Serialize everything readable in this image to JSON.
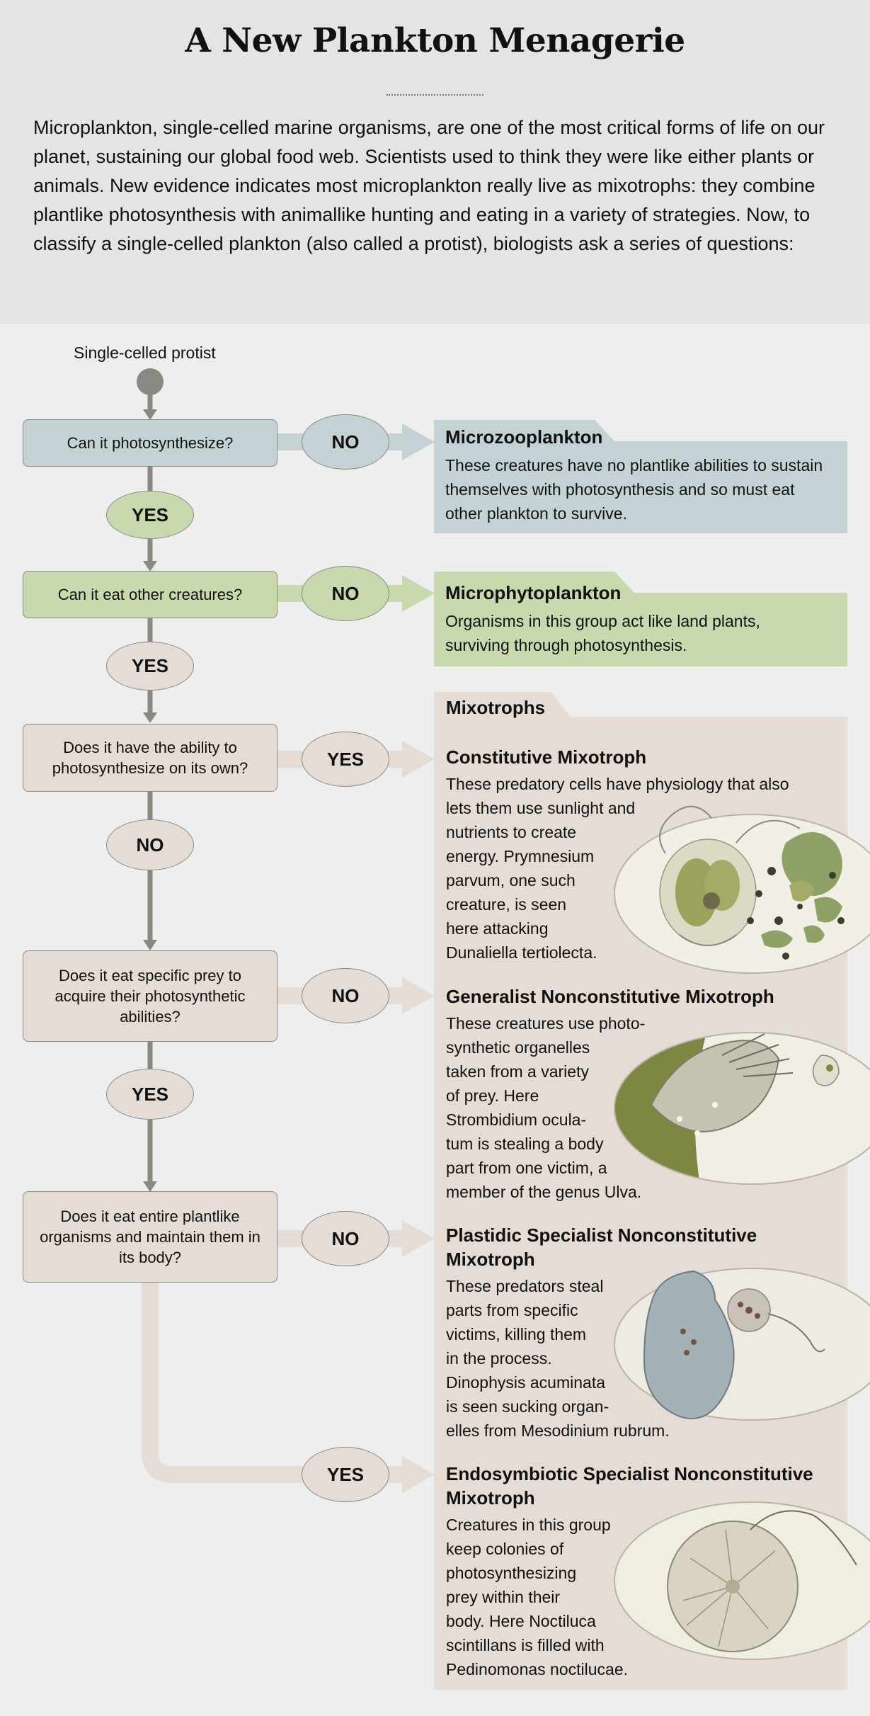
{
  "header": {
    "title": "A New Plankton Menagerie",
    "intro": "Microplankton, single-celled marine organisms, are one of the most critical forms of life on our planet, sustaining our global food web. Scientists used to think they were like either plants or animals. New evidence indicates most microplankton really live as mixotrophs: they combine plantlike photosynthesis with animallike hunting and eating in a variety of strategies. Now, to classify a single-celled plankton (also called a protist), biologists ask a series of questions:"
  },
  "flow": {
    "start_label": "Single-celled protist",
    "questions": [
      "Can it photosynthesize?",
      "Can it eat other creatures?",
      "Does it have the ability to photosynthesize on its own?",
      "Does it eat specific prey to acquire their photosynthetic abilities?",
      "Does it eat entire plantlike organisms and maintain them in its body?"
    ],
    "answers": {
      "yes": "YES",
      "no": "NO"
    }
  },
  "results": {
    "microzoo": {
      "title": "Microzooplankton",
      "body": "These creatures have no plantlike abilities to sustain themselves with photosynthesis and so must eat other plankton to survive."
    },
    "microphyto": {
      "title": "Microphytoplankton",
      "body": "Organisms in this group act like land plants, surviving through photosynthesis."
    },
    "mixotrophs": {
      "title": "Mixotrophs",
      "sections": [
        {
          "title": "Constitutive Mixotroph",
          "lines": [
            "These predatory cells have physiology that also",
            "lets them use sunlight and",
            "nutrients to create",
            "energy. Prymnesium",
            "parvum, one such",
            "creature, is seen",
            "here attacking",
            "Dunaliella tertiolecta."
          ]
        },
        {
          "title": "Generalist Nonconstitutive Mixotroph",
          "lines": [
            "These creatures use photo-",
            "synthetic organelles",
            "taken from a variety",
            "of prey. Here",
            "Strombidium ocula-",
            "tum is stealing a body",
            "part from one victim, a",
            "member of the genus Ulva."
          ]
        },
        {
          "title": "Plastidic Specialist Nonconstitutive Mixotroph",
          "lines": [
            "These predators steal",
            "parts from specific",
            "victims, killing them",
            "in the process.",
            "Dinophysis acuminata",
            "is seen sucking organ-",
            "elles from Mesodinium rubrum."
          ]
        },
        {
          "title": "Endosymbiotic Specialist Nonconstitutive Mixotroph",
          "lines": [
            "Creatures in this group",
            "keep colonies of",
            "photosynthesizing",
            "prey within their",
            "body. Here Noctiluca",
            "scintillans is filled with",
            "Pedinomonas noctilucae."
          ]
        }
      ]
    }
  },
  "colors": {
    "background": "#edeeed",
    "intro_band": "#e3e4e3",
    "blue": "#c4d2d5",
    "green": "#c9d9ae",
    "beige": "#e5ddd5",
    "connector": "#898982"
  }
}
